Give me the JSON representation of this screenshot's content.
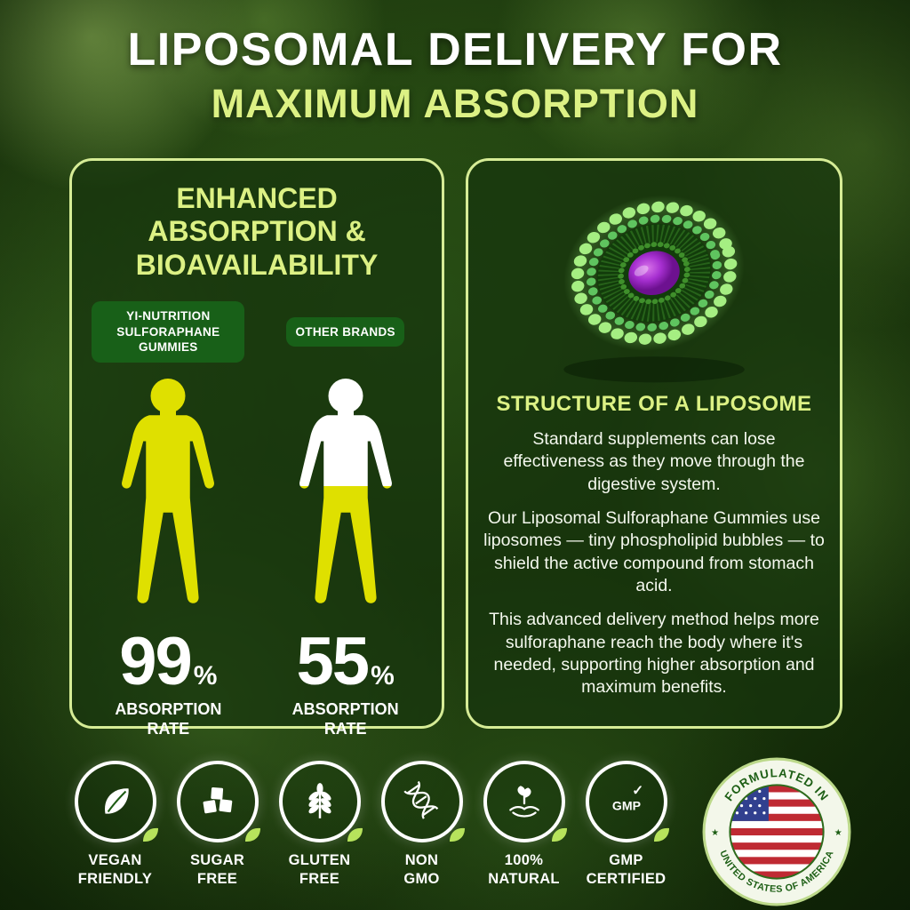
{
  "title": {
    "line1": "LIPOSOMAL DELIVERY FOR",
    "line2": "MAXIMUM ABSORPTION"
  },
  "left_panel": {
    "heading_lines": [
      "ENHANCED",
      "ABSORPTION &",
      "BIOAVAILABILITY"
    ],
    "columns": [
      {
        "badge": "YI-NUTRITION SULFORAPHANE GUMMIES",
        "percent": "99",
        "percent_sign": "%",
        "caption_line1": "ABSORPTION",
        "caption_line2": "RATE",
        "fill_percent": 99
      },
      {
        "badge": "OTHER BRANDS",
        "percent": "55",
        "percent_sign": "%",
        "caption_line1": "ABSORPTION",
        "caption_line2": "RATE",
        "fill_percent": 55
      }
    ]
  },
  "right_panel": {
    "heading": "STRUCTURE OF A LIPOSOME",
    "paragraphs": [
      "Standard supplements can lose effectiveness as they move through the digestive system.",
      "Our Liposomal Sulforaphane Gummies use liposomes — tiny phospholipid bubbles — to shield the active compound from stomach acid.",
      "This advanced delivery method helps more sulforaphane reach the body where it's needed, supporting higher absorption and maximum benefits."
    ]
  },
  "footer": {
    "badges": [
      {
        "icon": "leaf-icon",
        "line1": "VEGAN",
        "line2": "FRIENDLY"
      },
      {
        "icon": "sugar-cubes-icon",
        "line1": "SUGAR",
        "line2": "FREE"
      },
      {
        "icon": "wheat-icon",
        "line1": "GLUTEN",
        "line2": "FREE"
      },
      {
        "icon": "dna-icon",
        "line1": "NON",
        "line2": "GMO"
      },
      {
        "icon": "hand-plant-icon",
        "line1": "100%",
        "line2": "NATURAL"
      },
      {
        "icon": "gmp-seal-icon",
        "icon_text": "GMP",
        "check_glyph": "✓",
        "line1": "GMP",
        "line2": "CERTIFIED"
      }
    ],
    "seal": {
      "top_text": "FORMULATED IN",
      "bottom_text": "UNITED STATES OF AMERICA",
      "star": "★"
    }
  },
  "colors": {
    "accent": "#dcf184",
    "fill_yellow": "#dfe000",
    "figure_empty": "#ffffff",
    "pill_green": "#186018",
    "panel_border": "#d6ec96",
    "background_green": "#1c3a10"
  },
  "chart_data": {
    "type": "bar",
    "categories": [
      "YI-Nutrition Sulforaphane Gummies",
      "Other Brands"
    ],
    "values": [
      99,
      55
    ],
    "title": "Absorption Rate Comparison",
    "ylabel": "Absorption Rate",
    "unit": "%",
    "ylim": [
      0,
      100
    ]
  }
}
